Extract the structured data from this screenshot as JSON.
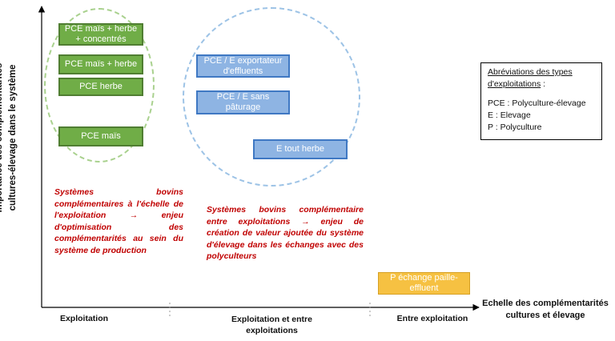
{
  "axes": {
    "y_label_line1": "Importance des complémentarités",
    "y_label_line2": "cultures-élevage dans le système",
    "x_label_line1": "Echelle des complémentarités",
    "x_label_line2": "cultures et élevage",
    "x_ticks": [
      "Exploitation",
      "Exploitation et entre exploitations",
      "Entre exploitation"
    ]
  },
  "groups": {
    "farm": {
      "boxes": [
        "PCE maïs + herbe + concentrés",
        "PCE maïs + herbe",
        "PCE herbe",
        "PCE maïs"
      ],
      "description": "Systèmes bovins complémentaires à l'échelle de l'exploitation → enjeu d'optimisation des complémentarités au sein du système de production"
    },
    "between": {
      "boxes": [
        "PCE / E exportateur d'effluents",
        "PCE / E sans pâturage",
        "E tout herbe"
      ],
      "description": "Systèmes bovins complémentaire entre exploitations → enjeu de création de valeur ajoutée du système d'élevage dans les échanges avec des polyculteurs"
    },
    "exchange": {
      "boxes": [
        "P échange paille-effluent"
      ]
    }
  },
  "legend": {
    "title_line1": "Abréviations des types",
    "title_line2": "d'exploitations",
    "title_suffix": " :",
    "items": [
      "PCE : Polyculture-élevage",
      "E : Elevage",
      "P : Polyculture"
    ]
  },
  "colors": {
    "green_fill": "#70ad47",
    "blue_fill": "#8eb4e3",
    "yellow_fill": "#f6c142",
    "red_text": "#c00000",
    "green_ellipse": "#a9d18e",
    "blue_ellipse": "#9dc3e6"
  }
}
